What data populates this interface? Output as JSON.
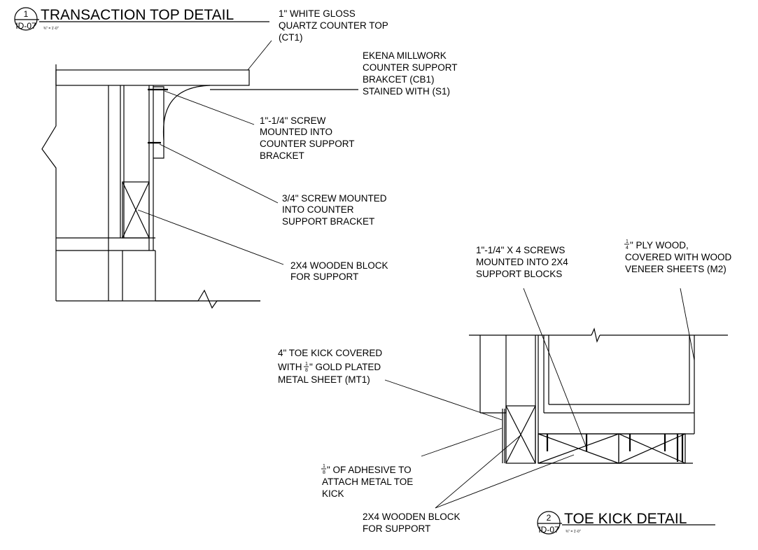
{
  "detail1": {
    "number": "1",
    "sheet": "ID-07",
    "scale": "¾\" = 1'-0\"",
    "title": "TRANSACTION TOP DETAIL",
    "notes": {
      "countertop": [
        "1\"  WHITE GLOSS",
        "QUARTZ COUNTER TOP",
        "(CT1)"
      ],
      "bracket": [
        "EKENA MILLWORK",
        "COUNTER SUPPORT",
        "BRAKCET (CB1)",
        "STAINED WITH (S1)"
      ],
      "screw1": [
        "1\"-1/4\" SCREW",
        "MOUNTED INTO",
        "COUNTER SUPPORT",
        "BRACKET"
      ],
      "screw2": [
        "3/4\" SCREW MOUNTED",
        "INTO COUNTER",
        "SUPPORT BRACKET"
      ],
      "block": [
        "2X4 WOODEN BLOCK",
        "FOR SUPPORT"
      ]
    }
  },
  "detail2": {
    "number": "2",
    "sheet": "ID-07",
    "scale": "¾\" = 1'-0\"",
    "title": "TOE KICK DETAIL",
    "notes": {
      "screws": [
        "1\"-1/4\" X 4 SCREWS",
        "MOUNTED INTO 2X4",
        "SUPPORT BLOCKS"
      ],
      "plywood": {
        "fraction_num": "1",
        "fraction_den": "4",
        "lines": [
          "\" PLY WOOD,",
          "COVERED WITH WOOD",
          "VENEER SHEETS (M2)"
        ]
      },
      "toekick": {
        "line1": "4\" TOE KICK COVERED",
        "line2_pre": "WITH ",
        "fraction_num": "1",
        "fraction_den": "8",
        "line2_post": "\" GOLD PLATED",
        "line3": "METAL SHEET (MT1)"
      },
      "adhesive": {
        "fraction_num": "1",
        "fraction_den": "8",
        "lines": [
          "\" OF ADHESIVE TO",
          "ATTACH METAL TOE",
          "KICK"
        ]
      },
      "block": [
        "2X4 WOODEN BLOCK",
        "FOR SUPPORT"
      ]
    }
  }
}
